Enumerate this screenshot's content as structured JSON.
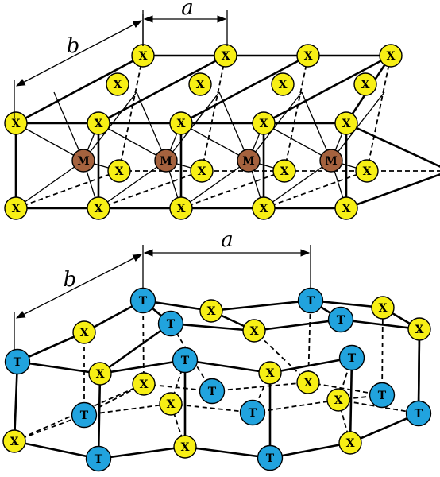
{
  "top_structure": {
    "dimension_a": "a",
    "dimension_b": "b",
    "x_label": "X",
    "m_label": "M",
    "colors": {
      "x_atom": "#f7ef15",
      "m_atom": "#a5623e"
    }
  },
  "bottom_structure": {
    "dimension_a": "a",
    "dimension_b": "b",
    "x_label": "X",
    "t_label": "T",
    "colors": {
      "x_atom": "#f7ef15",
      "t_atom": "#21a3de"
    }
  }
}
